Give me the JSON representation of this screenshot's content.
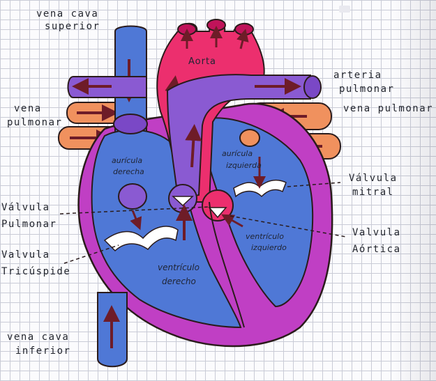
{
  "labels": {
    "vena_cava_superior_1": "vena cava",
    "vena_cava_superior_2": "superior",
    "aorta": "Aorta",
    "arteria_pulmonar_1": "arteria",
    "arteria_pulmonar_2": "pulmonar",
    "vena_pulmonar_left_1": "vena",
    "vena_pulmonar_left_2": "pulmonar",
    "vena_pulmonar_right": "vena pulmonar",
    "auricula_derecha_1": "aurícula",
    "auricula_derecha_2": "derecha",
    "auricula_izquierda_1": "aurícula",
    "auricula_izquierda_2": "izquierda",
    "valvula_mitral_1": "Válvula",
    "valvula_mitral_2": "mitral",
    "valvula_pulmonar_1": "Válvula",
    "valvula_pulmonar_2": "Pulmonar",
    "valvula_aortica_1": "Valvula",
    "valvula_aortica_2": "Aórtica",
    "valvula_tricuspide_1": "Valvula",
    "valvula_tricuspide_2": "Tricúspide",
    "ventriculo_izquierdo_1": "ventrículo",
    "ventriculo_izquierdo_2": "izquierdo",
    "ventriculo_derecho_1": "ventrículo",
    "ventriculo_derecho_2": "derecho",
    "vena_cava_inferior_1": "vena cava",
    "vena_cava_inferior_2": "inferior"
  },
  "colors": {
    "blue": "#4f78d6",
    "magenta": "#c03fc4",
    "red": "#ec2f6e",
    "violet": "#8a5ad2",
    "orange": "#f0915e",
    "arrow": "#7b1f2c"
  }
}
